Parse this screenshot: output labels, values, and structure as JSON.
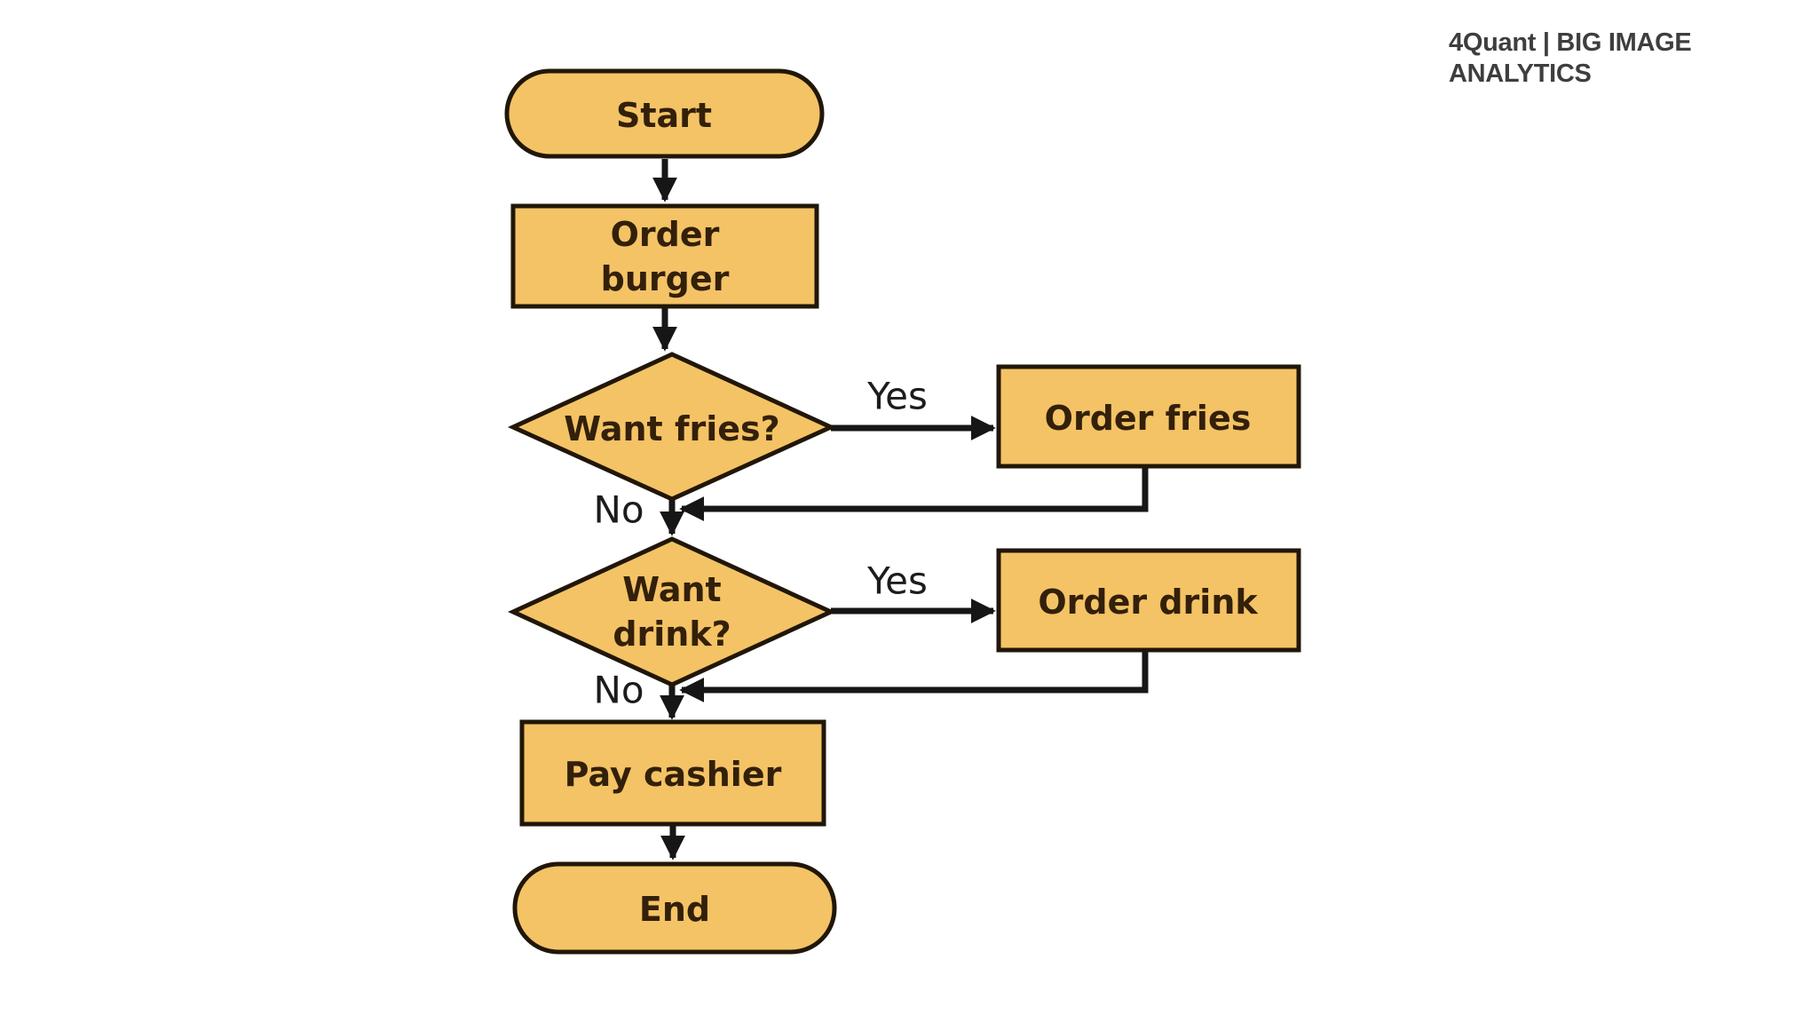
{
  "brand": {
    "line1": "4Quant | BIG IMAGE",
    "line2": "ANALYTICS",
    "full_text": "4Quant | BIG IMAGE ANALYTICS"
  },
  "colors": {
    "background": "#ffffff",
    "shape_fill": "#f4c366",
    "shape_border": "#211708",
    "shape_text": "#33200a",
    "line": "#161616",
    "edge_label_text": "#1c1c1c",
    "brand_text": "#3e3e3e"
  },
  "flowchart": {
    "nodes": [
      {
        "id": "start",
        "type": "terminator",
        "label": "Start"
      },
      {
        "id": "order-burger",
        "type": "process",
        "label": "Order burger",
        "line1": "Order",
        "line2": "burger"
      },
      {
        "id": "want-fries",
        "type": "decision",
        "label": "Want fries?"
      },
      {
        "id": "order-fries",
        "type": "process",
        "label": "Order fries"
      },
      {
        "id": "want-drink",
        "type": "decision",
        "label": "Want drink?",
        "line1": "Want",
        "line2": "drink?"
      },
      {
        "id": "order-drink",
        "type": "process",
        "label": "Order drink"
      },
      {
        "id": "pay-cashier",
        "type": "process",
        "label": "Pay cashier"
      },
      {
        "id": "end",
        "type": "terminator",
        "label": "End"
      }
    ],
    "edge_labels": [
      {
        "from": "want-fries",
        "branch": "yes",
        "label": "Yes"
      },
      {
        "from": "want-fries",
        "branch": "no",
        "label": "No"
      },
      {
        "from": "want-drink",
        "branch": "yes",
        "label": "Yes"
      },
      {
        "from": "want-drink",
        "branch": "no",
        "label": "No"
      }
    ]
  }
}
